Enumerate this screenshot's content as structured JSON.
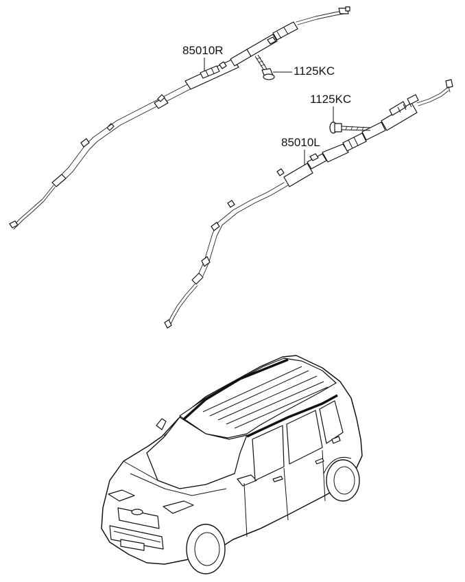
{
  "callouts": {
    "part_right": "85010R",
    "bolt_right": "1125KC",
    "bolt_left": "1125KC",
    "part_left": "85010L"
  },
  "icons": {
    "right_airbag": "curtain-airbag-right-icon",
    "left_airbag": "curtain-airbag-left-icon",
    "bolt": "bolt-icon",
    "vehicle": "vehicle-icon"
  }
}
